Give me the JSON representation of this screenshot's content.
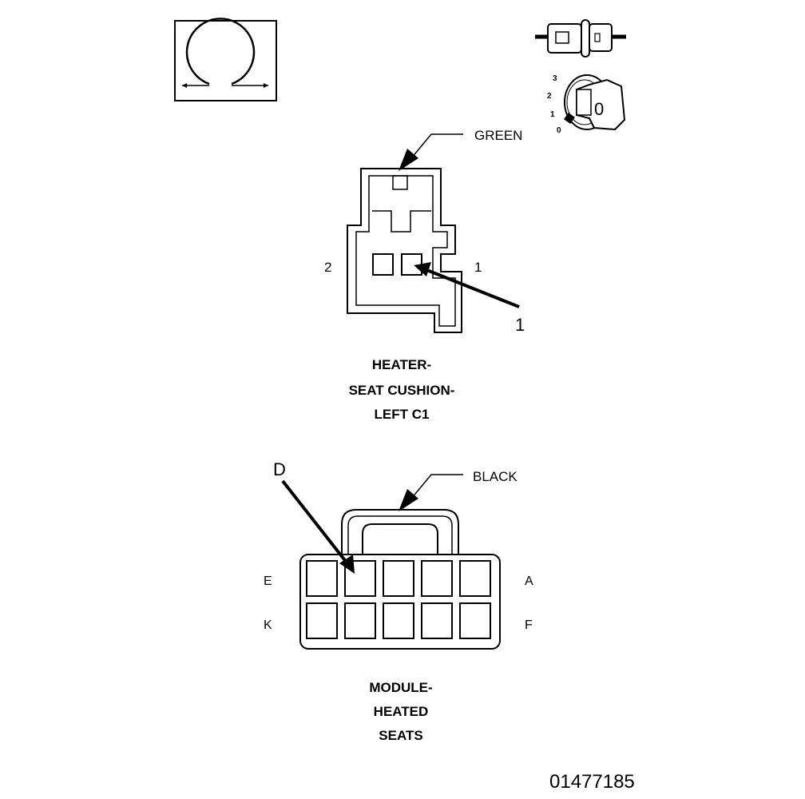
{
  "icons": {
    "omega_icon": "resistance-omega-icon",
    "connector_icon": "inline-connector-icon",
    "ignition_icon": "ignition-key-icon",
    "ignition_positions": [
      "3",
      "2",
      "1",
      "0"
    ],
    "ignition_key_label": "0"
  },
  "connector_c1": {
    "color_label": "GREEN",
    "pin_left": "2",
    "pin_right": "1",
    "callout": "1",
    "caption": [
      "HEATER-",
      "SEAT CUSHION-",
      "LEFT C1"
    ]
  },
  "connector_module": {
    "color_label": "BLACK",
    "callout": "D",
    "row1_left": "E",
    "row1_right": "A",
    "row2_left": "K",
    "row2_right": "F",
    "caption": [
      "MODULE-",
      "HEATED",
      "SEATS"
    ]
  },
  "figure_number": "01477185"
}
